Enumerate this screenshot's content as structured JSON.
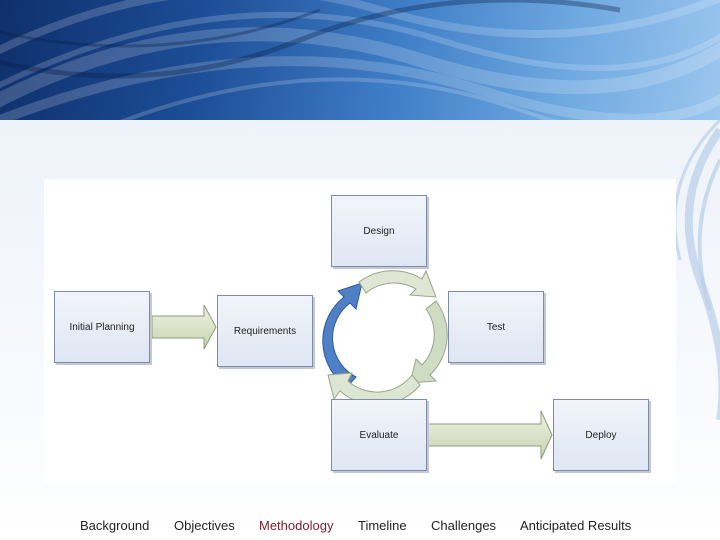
{
  "diagram": {
    "nodes": {
      "initial_planning": "Initial Planning",
      "requirements": "Requirements",
      "design": "Design",
      "test": "Test",
      "evaluate": "Evaluate",
      "deploy": "Deploy"
    }
  },
  "nav": {
    "items": [
      "Background",
      "Objectives",
      "Methodology",
      "Timeline",
      "Challenges",
      "Anticipated Results"
    ]
  },
  "colors": {
    "box_border": "#7f8ca3",
    "cycle_blue": "#4f7fc4",
    "cycle_green": "#cfdcc4",
    "arrow_fill": "#d6dfc4",
    "nav_text": "#222222",
    "nav_highlight": "#7a1f2b"
  }
}
